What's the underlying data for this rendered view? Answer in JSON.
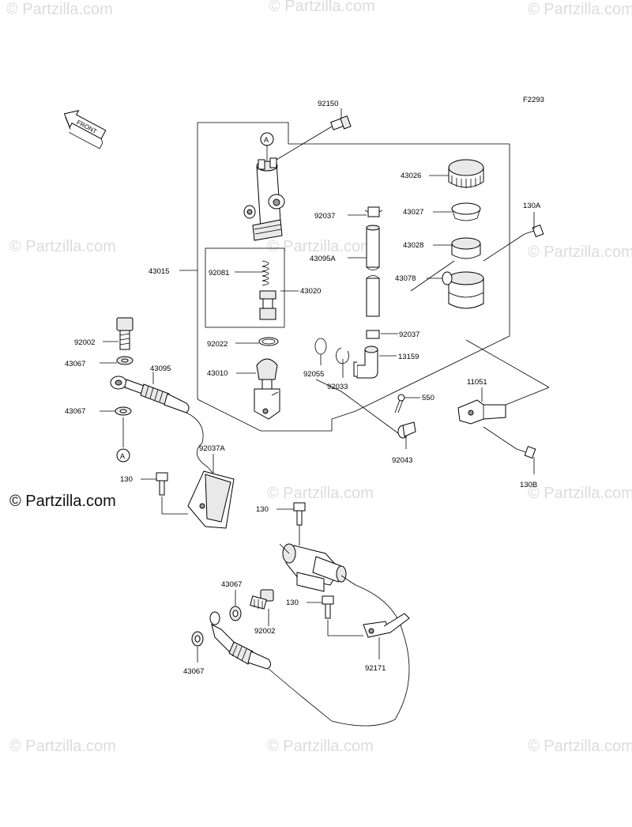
{
  "figure_code": "F2293",
  "front_label": "FRONT",
  "watermark": "© Partzilla.com",
  "callout_letter": "A",
  "labels": {
    "p92150": "92150",
    "p43026": "43026",
    "p43027": "43027",
    "p43028": "43028",
    "p43078": "43078",
    "p130A": "130A",
    "p92037_top": "92037",
    "p43095A": "43095A",
    "p43015": "43015",
    "p92081": "92081",
    "p43020": "43020",
    "p92037_mid": "92037",
    "p13159": "13159",
    "p92022": "92022",
    "p43010": "43010",
    "p92055": "92055",
    "p92033": "92033",
    "p550": "550",
    "p11051": "11051",
    "p92043": "92043",
    "p130B": "130B",
    "p92002_top": "92002",
    "p43067_a": "43067",
    "p43095": "43095",
    "p43067_b": "43067",
    "p92037A": "92037A",
    "p130_a": "130",
    "p130_b": "130",
    "p43067_c": "43067",
    "p92002_bot": "92002",
    "p130_c": "130",
    "p92171": "92171",
    "p43067_d": "43067"
  }
}
